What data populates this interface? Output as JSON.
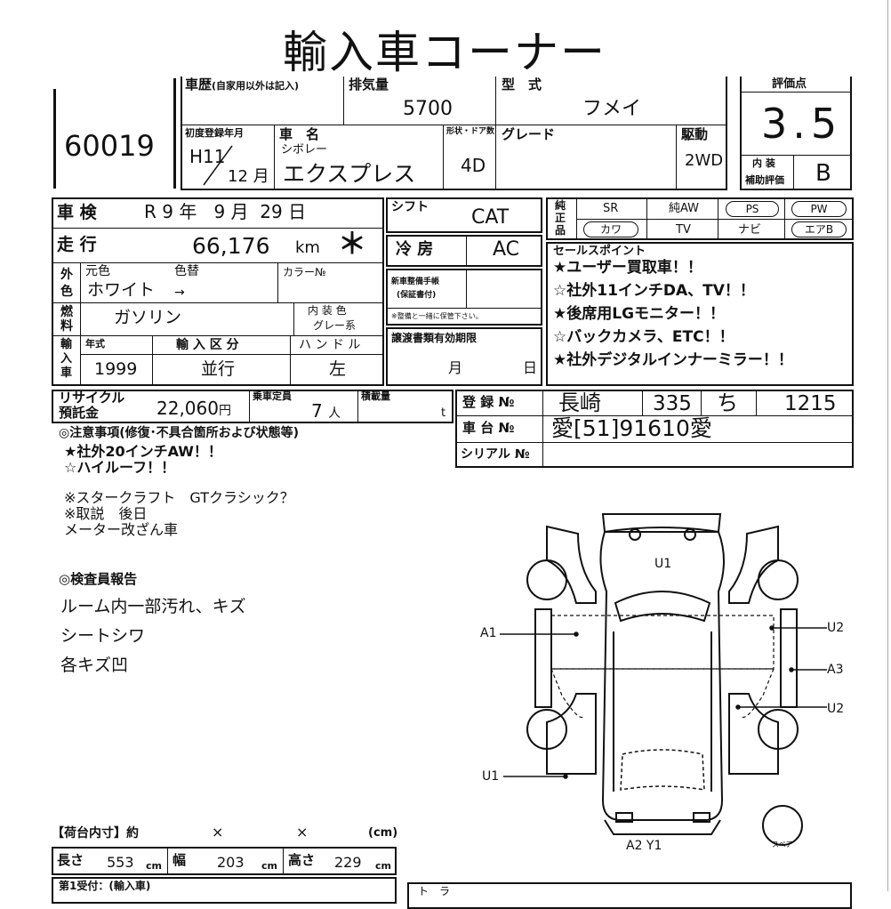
{
  "title": "輸入車コーナー",
  "lot_no": "60019",
  "history_label": "車歴",
  "history_note": "(自家用以外は記入)",
  "displacement_label": "排気量",
  "displacement": "5700",
  "model_label": "型　式",
  "model": "フメイ",
  "score_label": "評価点",
  "score": "3.5",
  "first_reg_label": "初度登録年月",
  "first_reg_year": "H11",
  "first_reg_month": "12",
  "month_unit": "月",
  "car_name_label": "車　名",
  "maker": "シボレー",
  "car_name": "エクスプレス",
  "shape_doors_label": "形状・ドア数",
  "doors": "4D",
  "grade_label": "グレード",
  "drive_label": "駆動",
  "drive": "2WD",
  "interior_label_1": "内 装",
  "interior_label_2": "補助評価",
  "interior_grade": "B",
  "inspection_label": "車 検",
  "inspection_era": "R",
  "inspection_y": "9",
  "inspection_m": "9",
  "inspection_d": "29",
  "unit_year": "年",
  "unit_month": "月",
  "unit_day": "日",
  "shift_label": "シフト",
  "shift": "CAT",
  "mileage_label": "走 行",
  "mileage": "66,176",
  "mileage_unit": "km",
  "mileage_mark": "＊",
  "ac_label": "冷 房",
  "ac": "AC",
  "color_side_label": "外色",
  "orig_color_label": "元色",
  "color_change_label": "色替",
  "color_no_label": "カラー№",
  "orig_color": "ホワイト",
  "color_arrow": "→",
  "fuel_side_label": "燃料",
  "fuel": "ガソリン",
  "interior_color_label": "内 装 色",
  "interior_color": "グレー系",
  "new_car_label_1": "新車整備手帳",
  "new_car_label_2": "(保証書付)",
  "new_car_note": "※整備と一緒に保管下さい。",
  "import_side_label": "輸入車",
  "model_year_label": "年式",
  "model_year": "1999",
  "import_type_label": "輸 入 区 分",
  "import_type": "並行",
  "handle_label": "ハ ン ド ル",
  "handle": "左",
  "transfer_label": "譲渡書類有効期限",
  "transfer_month": "月",
  "transfer_day": "日",
  "equip_side_label": "純正品",
  "equip": [
    "SR",
    "純AW",
    "PS",
    "PW",
    "カワ",
    "TV",
    "ナビ",
    "エアB"
  ],
  "sales_label": "セールスポイント",
  "sales_points": [
    "★ユーザー買取車！！",
    "☆社外11インチDA、TV！！",
    "★後席用LGモニター！！",
    "☆バックカメラ、ETC！！",
    "★社外デジタルインナーミラー！！"
  ],
  "recycle_label_1": "リサイクル",
  "recycle_label_2": "預託金",
  "recycle": "22,060",
  "recycle_unit": "円",
  "capacity_label": "乗車定員",
  "capacity": "7",
  "capacity_unit": "人",
  "load_label": "積載量",
  "load_unit": "t",
  "reg_label": "登 録 №",
  "reg_area": "長崎",
  "reg_class": "335",
  "reg_kana": "ち",
  "reg_no": "1215",
  "chassis_label": "車 台 №",
  "chassis": "愛[51]91610愛",
  "serial_label": "シリアル №",
  "notes_label": "◎注意事項(修復･不具合箇所および状態等)",
  "notes": [
    "★社外20インチAW！！",
    "☆ハイルーフ！！"
  ],
  "notes2": [
    "※スタークラフト　GTクラシック？",
    "※取説　後日",
    "メーター改ざん車"
  ],
  "inspector_label": "◎検査員報告",
  "inspector": [
    "ルーム内一部汚れ、キズ",
    "シートシワ",
    "各キズ凹"
  ],
  "diagram_labels": {
    "u1_top": "U1",
    "a1": "A1",
    "u2_top": "U2",
    "a3": "A3",
    "u2_bottom": "U2",
    "u1_bottom": "U1",
    "bottom": "A2 Y1",
    "spare": "スペア"
  },
  "cargo_label": "【荷台内寸】約",
  "cargo_x1": "×",
  "cargo_x2": "×",
  "cargo_cm": "(cm)",
  "length_label": "長さ",
  "length": "553",
  "width_label": "幅",
  "width": "203",
  "height_label": "高さ",
  "height": "229",
  "dim_unit": "cm",
  "bottom_cut": "第1受付：(輸入車)",
  "bottom_right_cut": "ト　ラ"
}
